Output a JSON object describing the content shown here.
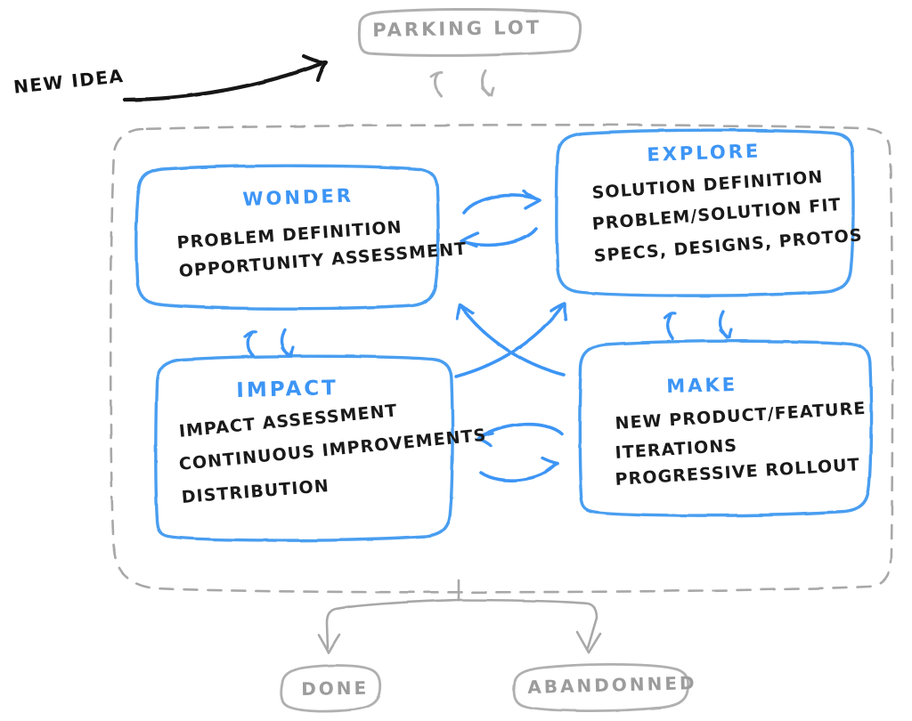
{
  "diagram": {
    "title_note": "product development lifecycle whiteboard sketch",
    "colors": {
      "blue": "#3d95f5",
      "blue_box": "#4a9ef0",
      "gray": "#a8a8a8",
      "black": "#1a1a1a",
      "background": "#ffffff"
    },
    "entry": {
      "label": "NEW IDEA",
      "arrow": "curved-arrow-to-parking-lot"
    },
    "parking_lot": {
      "label": "PARKING LOT",
      "shape": "rounded-rect",
      "color": "#9c9c9c",
      "arrows": {
        "up": "arrow-up-into-parking-lot",
        "down": "arrow-down-into-loop"
      }
    },
    "container": {
      "style": "dashed-rounded-rect",
      "color": "#a8a8a8"
    },
    "phases": [
      {
        "id": "wonder",
        "title": "WONDER",
        "lines": [
          "PROBLEM DEFINITION",
          "OPPORTUNITY ASSESSMENT"
        ]
      },
      {
        "id": "explore",
        "title": "EXPLORE",
        "lines": [
          "SOLUTION DEFINITION",
          "PROBLEM/SOLUTION FIT",
          "SPECS, DESIGNS, PROTOS"
        ]
      },
      {
        "id": "impact",
        "title": "IMPACT",
        "lines": [
          "IMPACT ASSESSMENT",
          "CONTINUOUS IMPROVEMENTS",
          "DISTRIBUTION"
        ]
      },
      {
        "id": "make",
        "title": "MAKE",
        "lines": [
          "NEW PRODUCT/FEATURE",
          "ITERATIONS",
          "PROGRESSIVE ROLLOUT"
        ]
      }
    ],
    "connectors": [
      {
        "id": "wonder-explore",
        "type": "bidirectional-horizontal"
      },
      {
        "id": "impact-make",
        "type": "bidirectional-horizontal"
      },
      {
        "id": "wonder-impact",
        "type": "bidirectional-vertical"
      },
      {
        "id": "explore-make",
        "type": "bidirectional-vertical"
      },
      {
        "id": "diagonal-cross",
        "type": "crossing-arrows"
      },
      {
        "id": "exit-fork",
        "type": "fork-to-outcomes"
      }
    ],
    "outcomes": [
      {
        "id": "done",
        "label": "DONE"
      },
      {
        "id": "abandonned",
        "label": "ABANDONNED"
      }
    ]
  }
}
